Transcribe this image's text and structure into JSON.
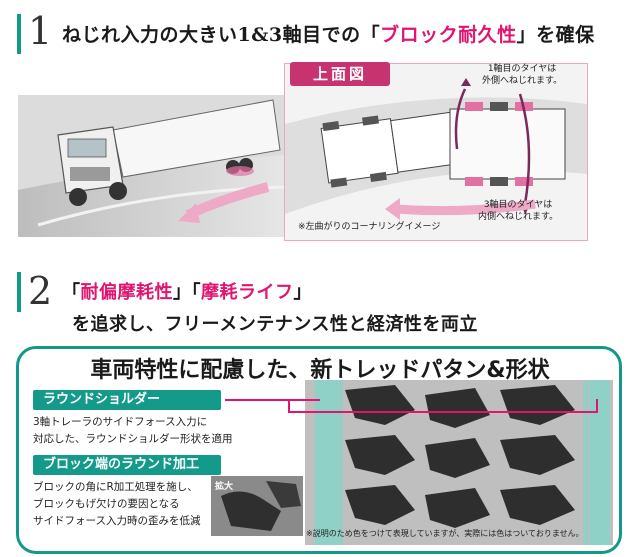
{
  "section1": {
    "number": "1",
    "heading_prefix": "ねじれ入力の大きい1&3軸目での「",
    "heading_highlight": "ブロック耐久性",
    "heading_suffix": "」を確保",
    "top_view_label": "上面図",
    "callout_axle1": [
      "1軸目のタイヤは",
      "外側へねじれます。"
    ],
    "callout_axle3": [
      "3軸目のタイヤは",
      "内側へねじれます。"
    ],
    "cornering_note": "※左曲がりのコーナリングイメージ"
  },
  "section2": {
    "number": "2",
    "line1_open1": "「",
    "line1_highlight1": "耐偏摩耗性",
    "line1_close1": "」「",
    "line1_highlight2": "摩耗ライフ",
    "line1_close2": "」",
    "line2": "を追求し、フリーメンテナンス性と経済性を両立"
  },
  "panel": {
    "title": "車両特性に配慮した、新トレッドパタン&形状",
    "feature1_label": "ラウンドショルダー",
    "feature1_desc": [
      "3軸トレーラのサイドフォース入力に",
      "対応した、ラウンドショルダー形状を適用"
    ],
    "feature2_label": "ブロック端のラウンド加工",
    "feature2_desc": [
      "ブロックの角にR加工処理を施し、",
      "ブロックもげ欠けの要因となる",
      "サイドフォース入力時の歪みを低減"
    ],
    "zoom_label": "拡大",
    "disclaimer": "※説明のため色をつけて表現していますが、実際には色はついておりません。"
  },
  "colors": {
    "accent": "#12998a",
    "highlight": "#e0156f",
    "tag": "#c7336f"
  }
}
